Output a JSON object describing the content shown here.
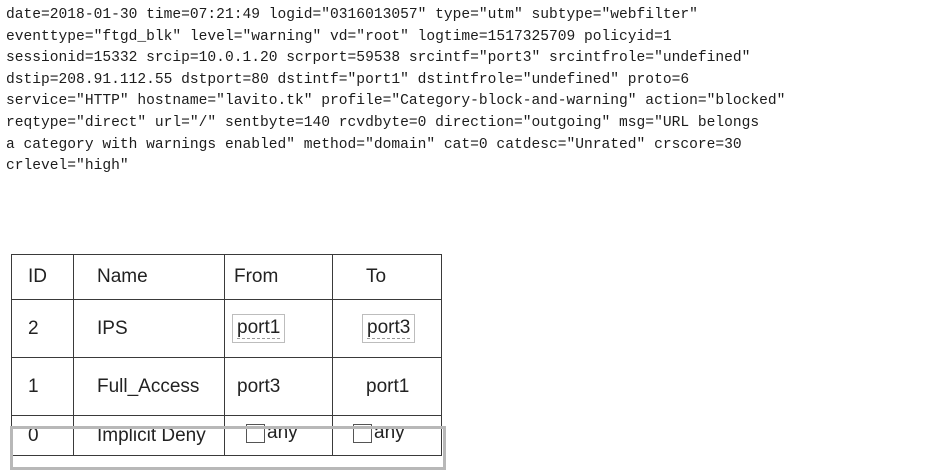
{
  "log": {
    "lines": [
      "date=2018-01-30 time=07:21:49 logid=\"0316013057\" type=\"utm\" subtype=\"webfilter\"",
      "eventtype=\"ftgd_blk\" level=\"warning\" vd=\"root\" logtime=1517325709 policyid=1",
      "sessionid=15332 srcip=10.0.1.20 scrport=59538 srcintf=\"port3\" srcintfrole=\"undefined\"",
      "dstip=208.91.112.55 dstport=80 dstintf=\"port1\" dstintfrole=\"undefined\" proto=6",
      "service=\"HTTP\" hostname=\"lavito.tk\" profile=\"Category-block-and-warning\" action=\"blocked\"",
      "reqtype=\"direct\" url=\"/\" sentbyte=140 rcvdbyte=0 direction=\"outgoing\" msg=\"URL belongs",
      "a category with warnings enabled\" method=\"domain\" cat=0 catdesc=\"Unrated\" crscore=30",
      "crlevel=\"high\""
    ]
  },
  "policy_table": {
    "headers": {
      "id": "ID",
      "name": "Name",
      "from": "From",
      "to": "To"
    },
    "rows": [
      {
        "id": "2",
        "name": "IPS",
        "from": "port1",
        "to": "port3"
      },
      {
        "id": "1",
        "name": "Full_Access",
        "from": "port3",
        "to": "port1"
      },
      {
        "id": "0",
        "name": "Implicit Deny",
        "from": "any",
        "to": "any"
      }
    ]
  }
}
